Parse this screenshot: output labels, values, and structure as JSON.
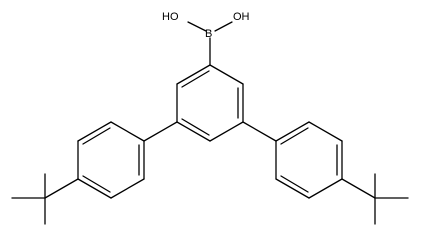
{
  "molecule": {
    "atoms": {
      "boron": "B",
      "hydroxyl_left": "HO",
      "hydroxyl_right": "OH"
    },
    "colors": {
      "bond": "#000000",
      "label": "#000000",
      "background": "#ffffff"
    }
  }
}
